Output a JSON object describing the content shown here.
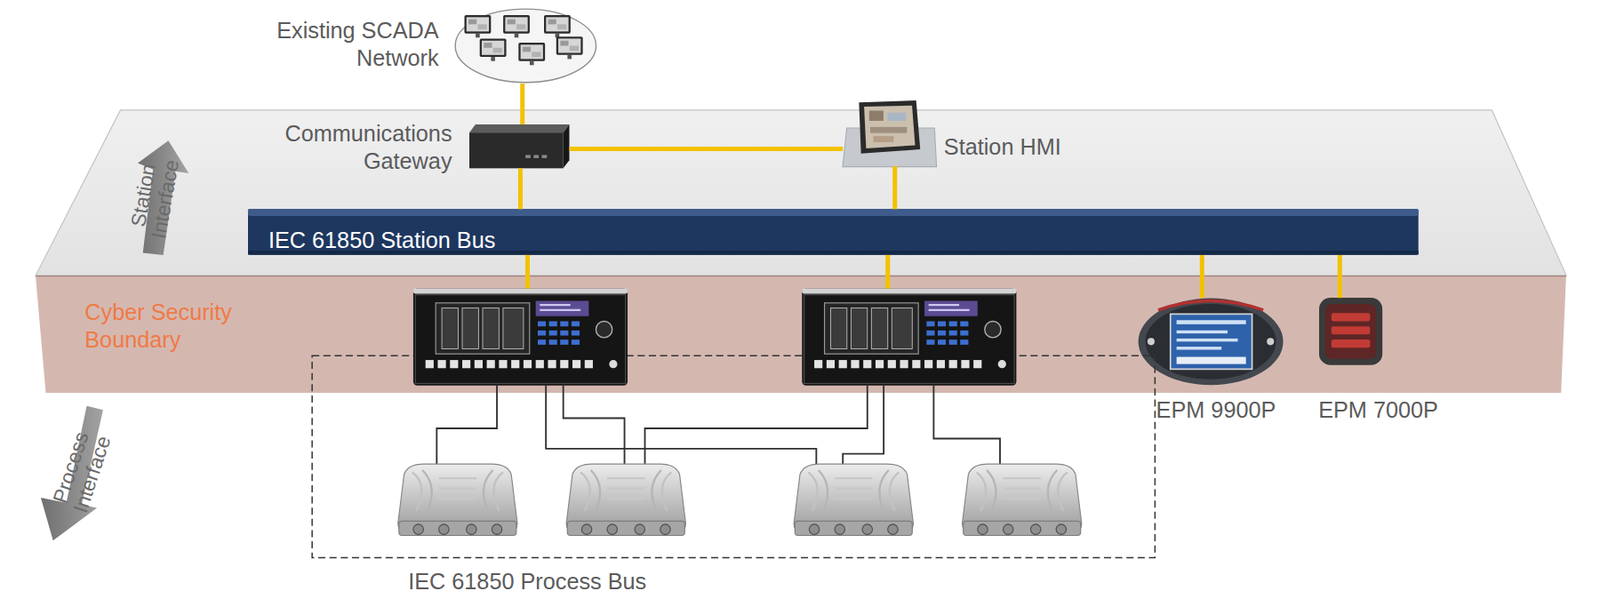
{
  "diagram": {
    "nodes": [
      {
        "text": [
          "Existing SCADA Network"
        ]
      },
      {
        "text": [
          "Communications Gateway"
        ]
      },
      {
        "text": [
          "Station HMI"
        ]
      },
      {
        "text": [
          "IEC 61850 Station Bus"
        ]
      },
      {
        "text": [
          "Cyber Security Boundary"
        ]
      },
      {
        "text": [
          "EPM 9900P"
        ],
        "in": 4
      },
      {
        "text": [
          "EPM 7000P"
        ],
        "in": 4
      },
      {
        "text": [
          "IEC 61850 Process Bus"
        ]
      }
    ],
    "edges": [
      {
        "from": 0,
        "to": 1,
        "arrow": "none"
      },
      {
        "from": 1,
        "to": 2,
        "arrow": "none"
      },
      {
        "from": 1,
        "to": 3,
        "arrow": "none"
      },
      {
        "from": 2,
        "to": 3,
        "arrow": "none"
      },
      {
        "from": 3,
        "to": 5,
        "arrow": "none"
      },
      {
        "from": 3,
        "to": 6,
        "arrow": "none"
      }
    ],
    "labels": [
      "Station Interface",
      "Process Interface"
    ]
  }
}
